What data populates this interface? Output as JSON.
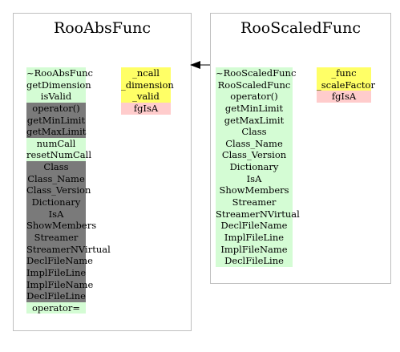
{
  "classes": [
    {
      "name": "RooAbsFunc",
      "methods": [
        {
          "label": "~RooAbsFunc",
          "access": "public"
        },
        {
          "label": "getDimension",
          "access": "public"
        },
        {
          "label": "isValid",
          "access": "public"
        },
        {
          "label": "operator()",
          "access": "protected"
        },
        {
          "label": "getMinLimit",
          "access": "protected"
        },
        {
          "label": "getMaxLimit",
          "access": "protected"
        },
        {
          "label": "numCall",
          "access": "public"
        },
        {
          "label": "resetNumCall",
          "access": "public"
        },
        {
          "label": "Class",
          "access": "protected"
        },
        {
          "label": "Class_Name",
          "access": "protected"
        },
        {
          "label": "Class_Version",
          "access": "protected"
        },
        {
          "label": "Dictionary",
          "access": "protected"
        },
        {
          "label": "IsA",
          "access": "protected"
        },
        {
          "label": "ShowMembers",
          "access": "protected"
        },
        {
          "label": "Streamer",
          "access": "protected"
        },
        {
          "label": "StreamerNVirtual",
          "access": "protected"
        },
        {
          "label": "DeclFileName",
          "access": "protected"
        },
        {
          "label": "ImplFileLine",
          "access": "protected"
        },
        {
          "label": "ImplFileName",
          "access": "protected"
        },
        {
          "label": "DeclFileLine",
          "access": "protected"
        },
        {
          "label": "operator=",
          "access": "public"
        }
      ],
      "members": [
        {
          "label": "_ncall",
          "access": "data"
        },
        {
          "label": "_dimension",
          "access": "data"
        },
        {
          "label": "_valid",
          "access": "data"
        },
        {
          "label": "fgIsA",
          "access": "static"
        }
      ]
    },
    {
      "name": "RooScaledFunc",
      "methods": [
        {
          "label": "~RooScaledFunc",
          "access": "public"
        },
        {
          "label": "RooScaledFunc",
          "access": "public"
        },
        {
          "label": "operator()",
          "access": "public"
        },
        {
          "label": "getMinLimit",
          "access": "public"
        },
        {
          "label": "getMaxLimit",
          "access": "public"
        },
        {
          "label": "Class",
          "access": "public"
        },
        {
          "label": "Class_Name",
          "access": "public"
        },
        {
          "label": "Class_Version",
          "access": "public"
        },
        {
          "label": "Dictionary",
          "access": "public"
        },
        {
          "label": "IsA",
          "access": "public"
        },
        {
          "label": "ShowMembers",
          "access": "public"
        },
        {
          "label": "Streamer",
          "access": "public"
        },
        {
          "label": "StreamerNVirtual",
          "access": "public"
        },
        {
          "label": "DeclFileName",
          "access": "public"
        },
        {
          "label": "ImplFileLine",
          "access": "public"
        },
        {
          "label": "ImplFileName",
          "access": "public"
        },
        {
          "label": "DeclFileLine",
          "access": "public"
        }
      ],
      "members": [
        {
          "label": "_func",
          "access": "data"
        },
        {
          "label": "_scaleFactor",
          "access": "data"
        },
        {
          "label": "fgIsA",
          "access": "static"
        }
      ]
    }
  ],
  "relationship": {
    "type": "inheritance",
    "from": "RooScaledFunc",
    "to": "RooAbsFunc"
  },
  "colors": {
    "public": "#d4fcd4",
    "protected": "#7a7a7a",
    "data": "#ffff66",
    "static": "#ffcccc",
    "box_border": "#bfbfbf",
    "arrow": "#000000"
  }
}
